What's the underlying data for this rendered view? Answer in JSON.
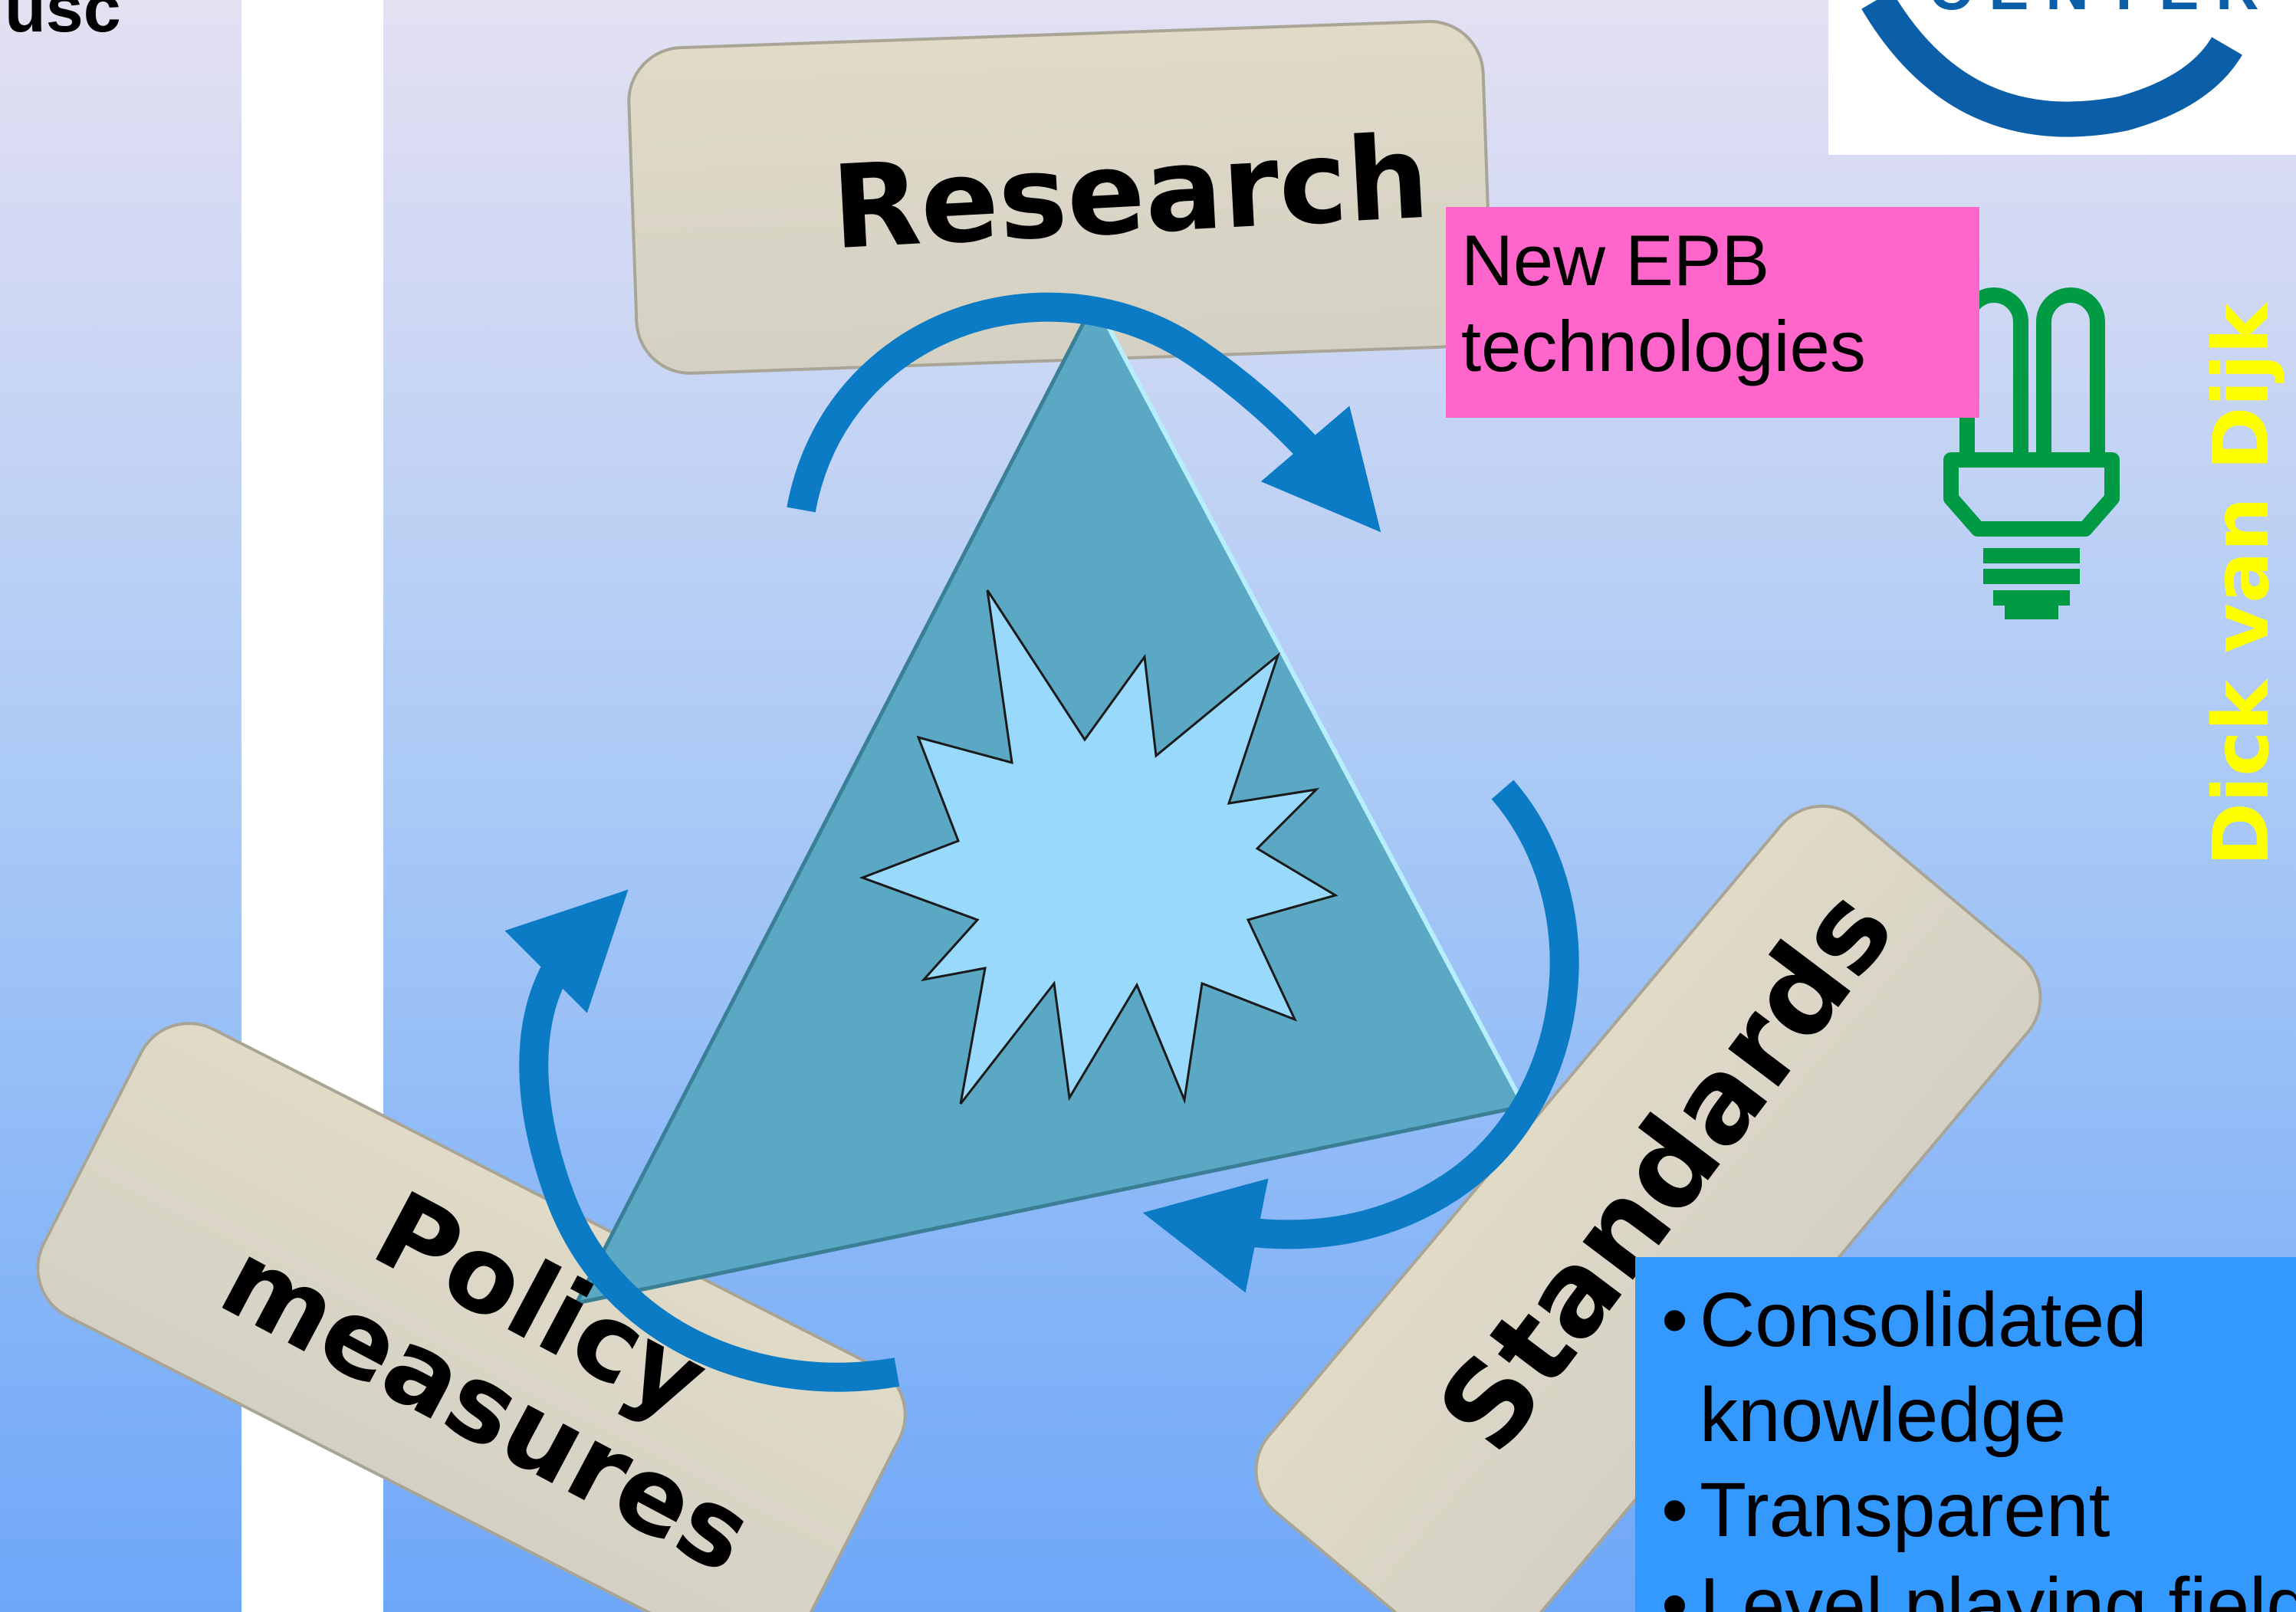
{
  "corner_text": "usc",
  "labels": {
    "research": "Research",
    "standards": "Standards",
    "policy_line1": "Policy",
    "policy_line2": "measures"
  },
  "epb_box": {
    "line1": "New EPB",
    "line2": "technologies",
    "color": "#ff66cc"
  },
  "author": "Dick van Dijk",
  "logo_text": "CENTER",
  "bullets": [
    "Consolidated",
    "knowledge",
    "Transparent",
    "Level playing field"
  ],
  "icons": [
    "lightbulb-icon",
    "starburst-icon"
  ],
  "colors": {
    "background_top": "#e2e0f2",
    "background_bottom": "#6fa8f8",
    "triangle": "#5aa8c3",
    "starburst": "#99d9fb",
    "arrow": "#0a7bc4",
    "label_box": "#ddd8c6",
    "bullet_box": "#3399ff",
    "lamp": "#009944",
    "author": "#ffff00"
  }
}
